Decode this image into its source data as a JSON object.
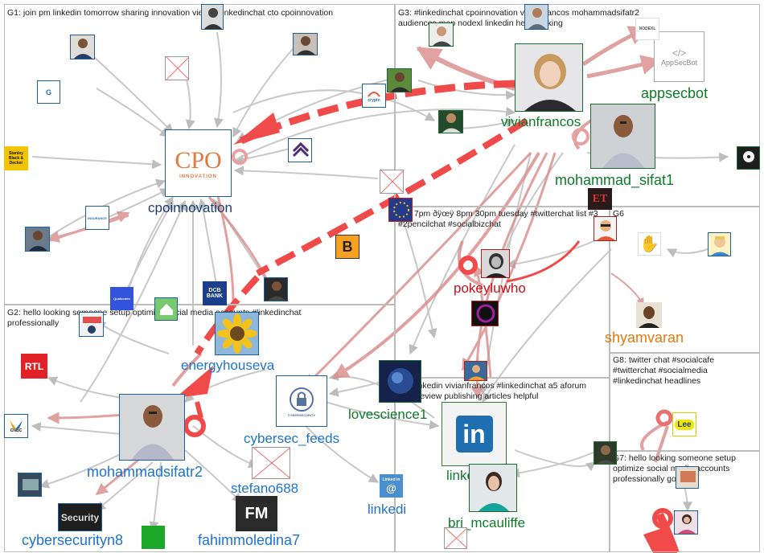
{
  "groups": [
    {
      "id": "G1",
      "label": "G1: join pm linkedin tomorrow sharing innovation views #linkedinchat cto cpoinnovation"
    },
    {
      "id": "G2",
      "label": "G2: hello looking someone setup optimize social media accounts #linkedinchat professionally"
    },
    {
      "id": "G3",
      "label": "G3: #linkedinchat cpoinnovation vivianfrancos mohammadsifatr2 audiences map nodexl linkedin hello looking"
    },
    {
      "id": "G4",
      "label": "G4: linkedin vivianfrancos #linkedinchat a5 aforum peer review publishing articles helpful"
    },
    {
      "id": "G5",
      "label": "G5: 7pm ðÿœÿ 8pm 30pm tuesday #twitterchat list #3 #2pencilchat #socialbizchat"
    },
    {
      "id": "G6",
      "label": "G6"
    },
    {
      "id": "G7",
      "label": "G7: hello looking someone setup optimize social media accounts professionally go"
    },
    {
      "id": "G8",
      "label": "G8: twitter chat #socialcafe #twitterchat #socialmedia #linkedinchat headlines"
    }
  ],
  "nodes": {
    "cpoinnovation": {
      "name": "cpoinnovation",
      "logo": "CPO",
      "logo_sub": "INNOVATION"
    },
    "vivianfrancos": {
      "name": "vivianfrancos"
    },
    "appsecbot": {
      "name": "appsecbot",
      "logo": "AppSecBot"
    },
    "mohammad_sifat1": {
      "name": "mohammad_sifat1"
    },
    "pokeyluwho": {
      "name": "pokeyluwho"
    },
    "shyamvaran": {
      "name": "shyamvaran"
    },
    "energyhouseva": {
      "name": "energyhouseva"
    },
    "cybersec_feeds": {
      "name": "cybersec_feeds",
      "logo": "CYBERSECURITY"
    },
    "mohammadsifatr2": {
      "name": "mohammadsifatr2"
    },
    "lovescience1": {
      "name": "lovescience1"
    },
    "linkedin": {
      "name": "linkedin",
      "logo": "in"
    },
    "stefano688": {
      "name": "stefano688"
    },
    "linkedi": {
      "name": "linkedi",
      "logo": "Linked in"
    },
    "fahimmoledina7": {
      "name": "fahimmoledina7",
      "logo": "FM"
    },
    "cybersecurityn8": {
      "name": "cybersecurityn8",
      "logo": "Security"
    },
    "bri_mcauliffe": {
      "name": "bri_mcauliffe"
    }
  },
  "small_logos": {
    "stanley": "Stanley Black & Decker",
    "dcb": "DCB BANK",
    "rtl": "RTL",
    "cnbc": "CNBC",
    "et": "ET",
    "lee": "Lee",
    "b": "B",
    "insurance": "INSURANCE",
    "qualcomm": "Qualcomm",
    "nodexl": "NODEXL",
    "cryptn": "cryptn"
  }
}
